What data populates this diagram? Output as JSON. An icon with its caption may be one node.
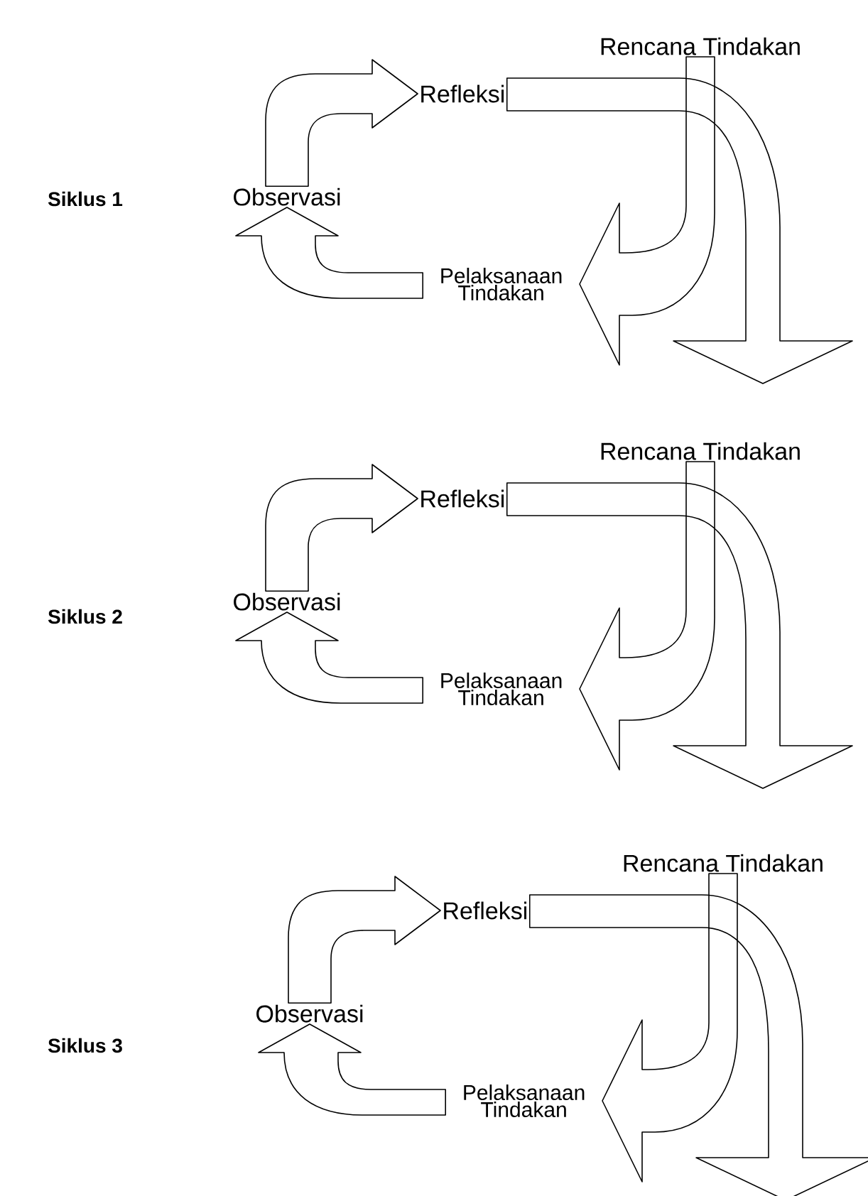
{
  "diagram": {
    "nodes": [
      {
        "text": [
          "Rencana Tindakan"
        ]
      },
      {
        "text": [
          "Refleksi"
        ]
      },
      {
        "text": [
          "Observasi"
        ]
      },
      {
        "text": [
          "Pelaksanaan Tindakan"
        ]
      },
      {
        "text": [
          "Rencana Tindakan"
        ]
      },
      {
        "text": [
          "Refleksi"
        ]
      },
      {
        "text": [
          "Observasi"
        ]
      },
      {
        "text": [
          "Pelaksanaan Tindakan"
        ]
      },
      {
        "text": [
          "Rencana Tindakan"
        ]
      },
      {
        "text": [
          "Refleksi"
        ]
      },
      {
        "text": [
          "Observasi"
        ]
      },
      {
        "text": [
          "Pelaksanaan Tindakan"
        ]
      }
    ],
    "edges": [
      {
        "from": 0,
        "to": 3,
        "arrow": "to"
      },
      {
        "from": 3,
        "to": 2,
        "arrow": "to"
      },
      {
        "from": 2,
        "to": 1,
        "arrow": "to"
      },
      {
        "from": 1,
        "to": null,
        "arrow": "to"
      },
      {
        "from": 4,
        "to": 7,
        "arrow": "to"
      },
      {
        "from": 7,
        "to": 6,
        "arrow": "to"
      },
      {
        "from": 6,
        "to": 5,
        "arrow": "to"
      },
      {
        "from": 5,
        "to": null,
        "arrow": "to"
      },
      {
        "from": 8,
        "to": 11,
        "arrow": "to"
      },
      {
        "from": 11,
        "to": 10,
        "arrow": "to"
      },
      {
        "from": 10,
        "to": 9,
        "arrow": "to"
      },
      {
        "from": 9,
        "to": null,
        "arrow": "to"
      }
    ],
    "labels": [
      "Siklus 1",
      "Siklus 2",
      "Siklus 3"
    ]
  }
}
